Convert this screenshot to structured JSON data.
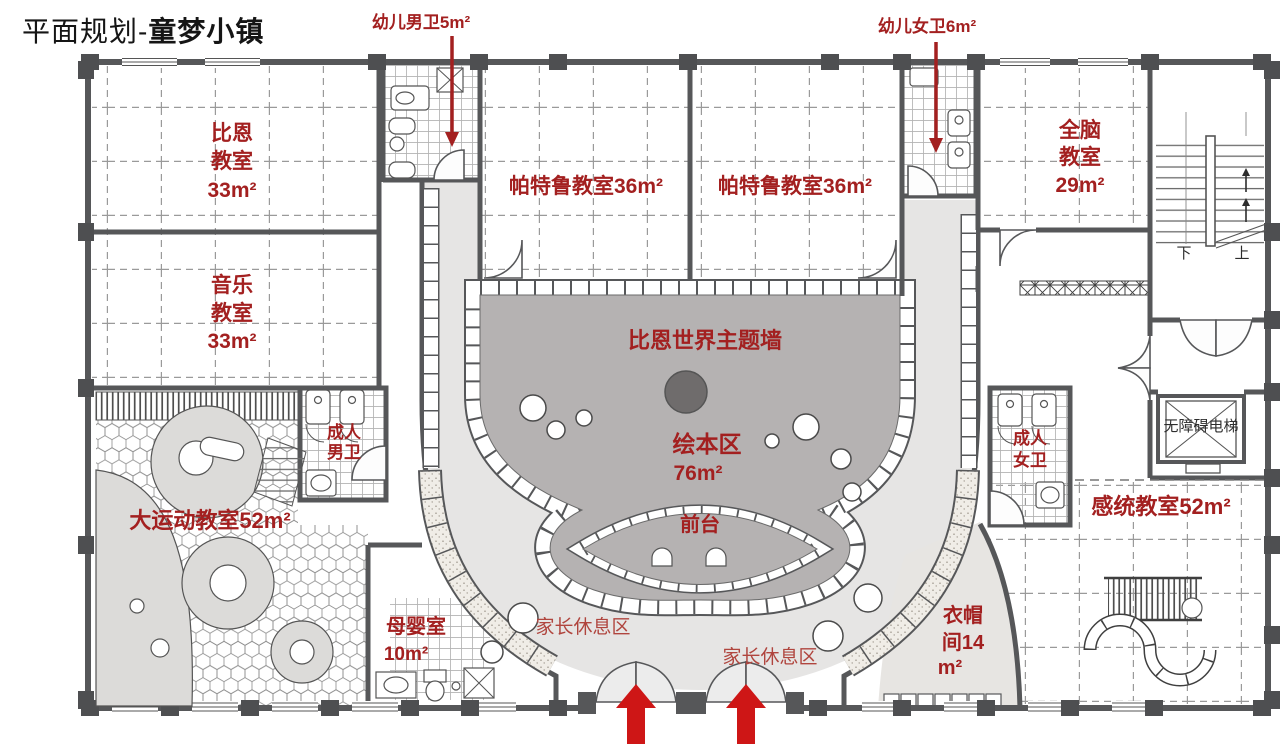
{
  "title": {
    "prefix": "平面规划-",
    "name": "童梦小镇"
  },
  "colors": {
    "label_red": "#a32020",
    "soft_red": "#b0453e",
    "arrow_red": "#ce1616",
    "wall_dark": "#565759",
    "book_area_gray": "#b5b2b2",
    "corridor_gray": "#e6e5e4",
    "furniture_gray": "#dcdbd9"
  },
  "callouts": {
    "boy_toilet": "幼儿男卫5m²",
    "girl_toilet": "幼儿女卫6m²"
  },
  "rooms": {
    "bien": {
      "lines": [
        "比恩",
        "教室",
        "33m²"
      ]
    },
    "music": {
      "lines": [
        "音乐",
        "教室",
        "33m²"
      ]
    },
    "patelu_left": "帕特鲁教室36m²",
    "patelu_right": "帕特鲁教室36m²",
    "whole_brain": {
      "lines": [
        "全脑",
        "教室",
        "29m²"
      ]
    },
    "theme_wall": "比恩世界主题墙",
    "picture_book": {
      "lines": [
        "绘本区",
        "76m²"
      ]
    },
    "reception": "前台",
    "adult_male_wc": {
      "lines": [
        "成人",
        "男卫"
      ]
    },
    "adult_female_wc": {
      "lines": [
        "成人",
        "女卫"
      ]
    },
    "gross_motor": "大运动教室52m²",
    "nursing": {
      "lines": [
        "母婴室",
        "10m²"
      ]
    },
    "parent_rest_left": "家长休息区",
    "parent_rest_right": "家长休息区",
    "sensory": "感统教室52m²",
    "cloakroom": {
      "lines": [
        "衣帽",
        "间14",
        "m²"
      ]
    },
    "elevator": "无障碍电梯",
    "stairs": {
      "down": "下",
      "up": "上"
    }
  }
}
